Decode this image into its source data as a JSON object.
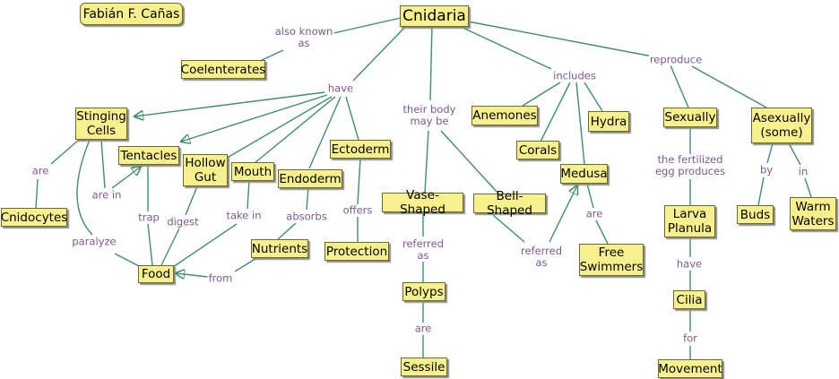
{
  "author": "Fabián F. Cañas",
  "concepts": {
    "cnidaria": "Cnidaria",
    "coelenterates": "Coelenterates",
    "stinging_cells": "Stinging\nCells",
    "tentacles": "Tentacles",
    "hollow_gut": "Hollow\nGut",
    "mouth": "Mouth",
    "endoderm": "Endoderm",
    "ectoderm": "Ectoderm",
    "cnidocytes": "Cnidocytes",
    "food": "Food",
    "nutrients": "Nutrients",
    "protection": "Protection",
    "vase_shaped": "Vase-Shaped",
    "bell_shaped": "Bell-Shaped",
    "polyps": "Polyps",
    "sessile": "Sessile",
    "anemones": "Anemones",
    "corals": "Corals",
    "hydra": "Hydra",
    "medusa": "Medusa",
    "free_swimmers": "Free\nSwimmers",
    "sexually": "Sexually",
    "asexually": "Asexually\n(some)",
    "larva_planula": "Larva\nPlanula",
    "cilia": "Cilia",
    "movement": "Movement",
    "buds": "Buds",
    "warm_waters": "Warm\nWaters"
  },
  "links": {
    "also_known_as": "also known\nas",
    "have": "have",
    "their_body": "their body\nmay be",
    "includes": "includes",
    "reproduce": "reproduce",
    "are_cnido": "are",
    "are_in": "are in",
    "paralyze": "paralyze",
    "trap": "trap",
    "digest": "digest",
    "take_in": "take in",
    "absorbs": "absorbs",
    "offers": "offers",
    "from": "from",
    "referred_as_1": "referred\nas",
    "are_sessile": "are",
    "referred_as_2": "referred\nas",
    "are_free": "are",
    "fertilized": "the fertilized\negg produces",
    "have_cilia": "have",
    "for": "for",
    "by": "by",
    "in": "in"
  }
}
